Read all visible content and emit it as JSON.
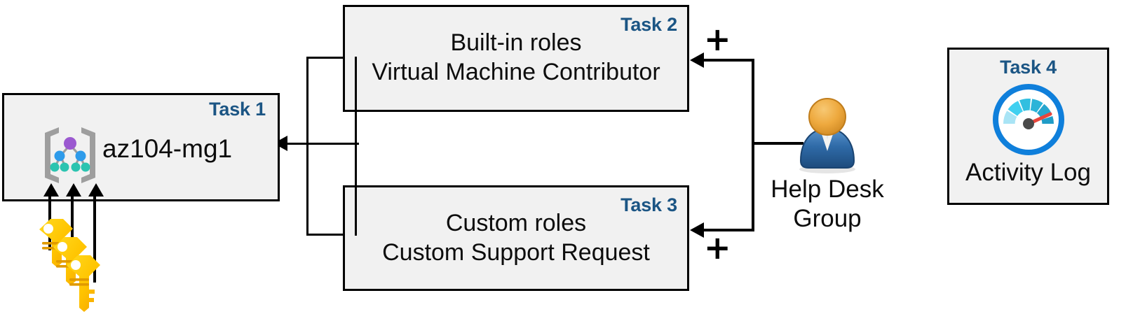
{
  "diagram": {
    "title": "Azure AZ-104 RBAC task diagram",
    "colors": {
      "task_tag": "#1b5584",
      "box_fill": "#f1f1f1",
      "box_border": "#000000",
      "text": "#0d0d0d",
      "key_gold": "#f9b000",
      "key_yellow": "#ffd400",
      "avatar_head": "#e8a33d",
      "avatar_body": "#2f6ba8",
      "gauge_ring": "#0078d4",
      "gauge_needle": "#e8453c",
      "mg_root_node": "#9b59d0",
      "mg_mid_node": "#2e9bea",
      "mg_leaf_node": "#2bc4b0",
      "mg_bracket": "#9e9e9e"
    }
  },
  "task1": {
    "tag": "Task 1",
    "label": "az104-mg1",
    "icon": "management-group-icon"
  },
  "task2": {
    "tag": "Task 2",
    "lines": [
      "Built-in roles",
      "Virtual Machine Contributor"
    ]
  },
  "task3": {
    "tag": "Task 3",
    "lines": [
      "Custom roles",
      "Custom Support Request"
    ]
  },
  "task4": {
    "tag": "Task 4",
    "label": "Activity Log",
    "icon": "gauge-icon"
  },
  "helpdesk": {
    "label_line1": "Help Desk",
    "label_line2": "Group",
    "icon": "user-group-icon"
  },
  "connectors": {
    "plus_top": "+",
    "plus_bottom": "+",
    "keys_icon": "keys-icon"
  }
}
